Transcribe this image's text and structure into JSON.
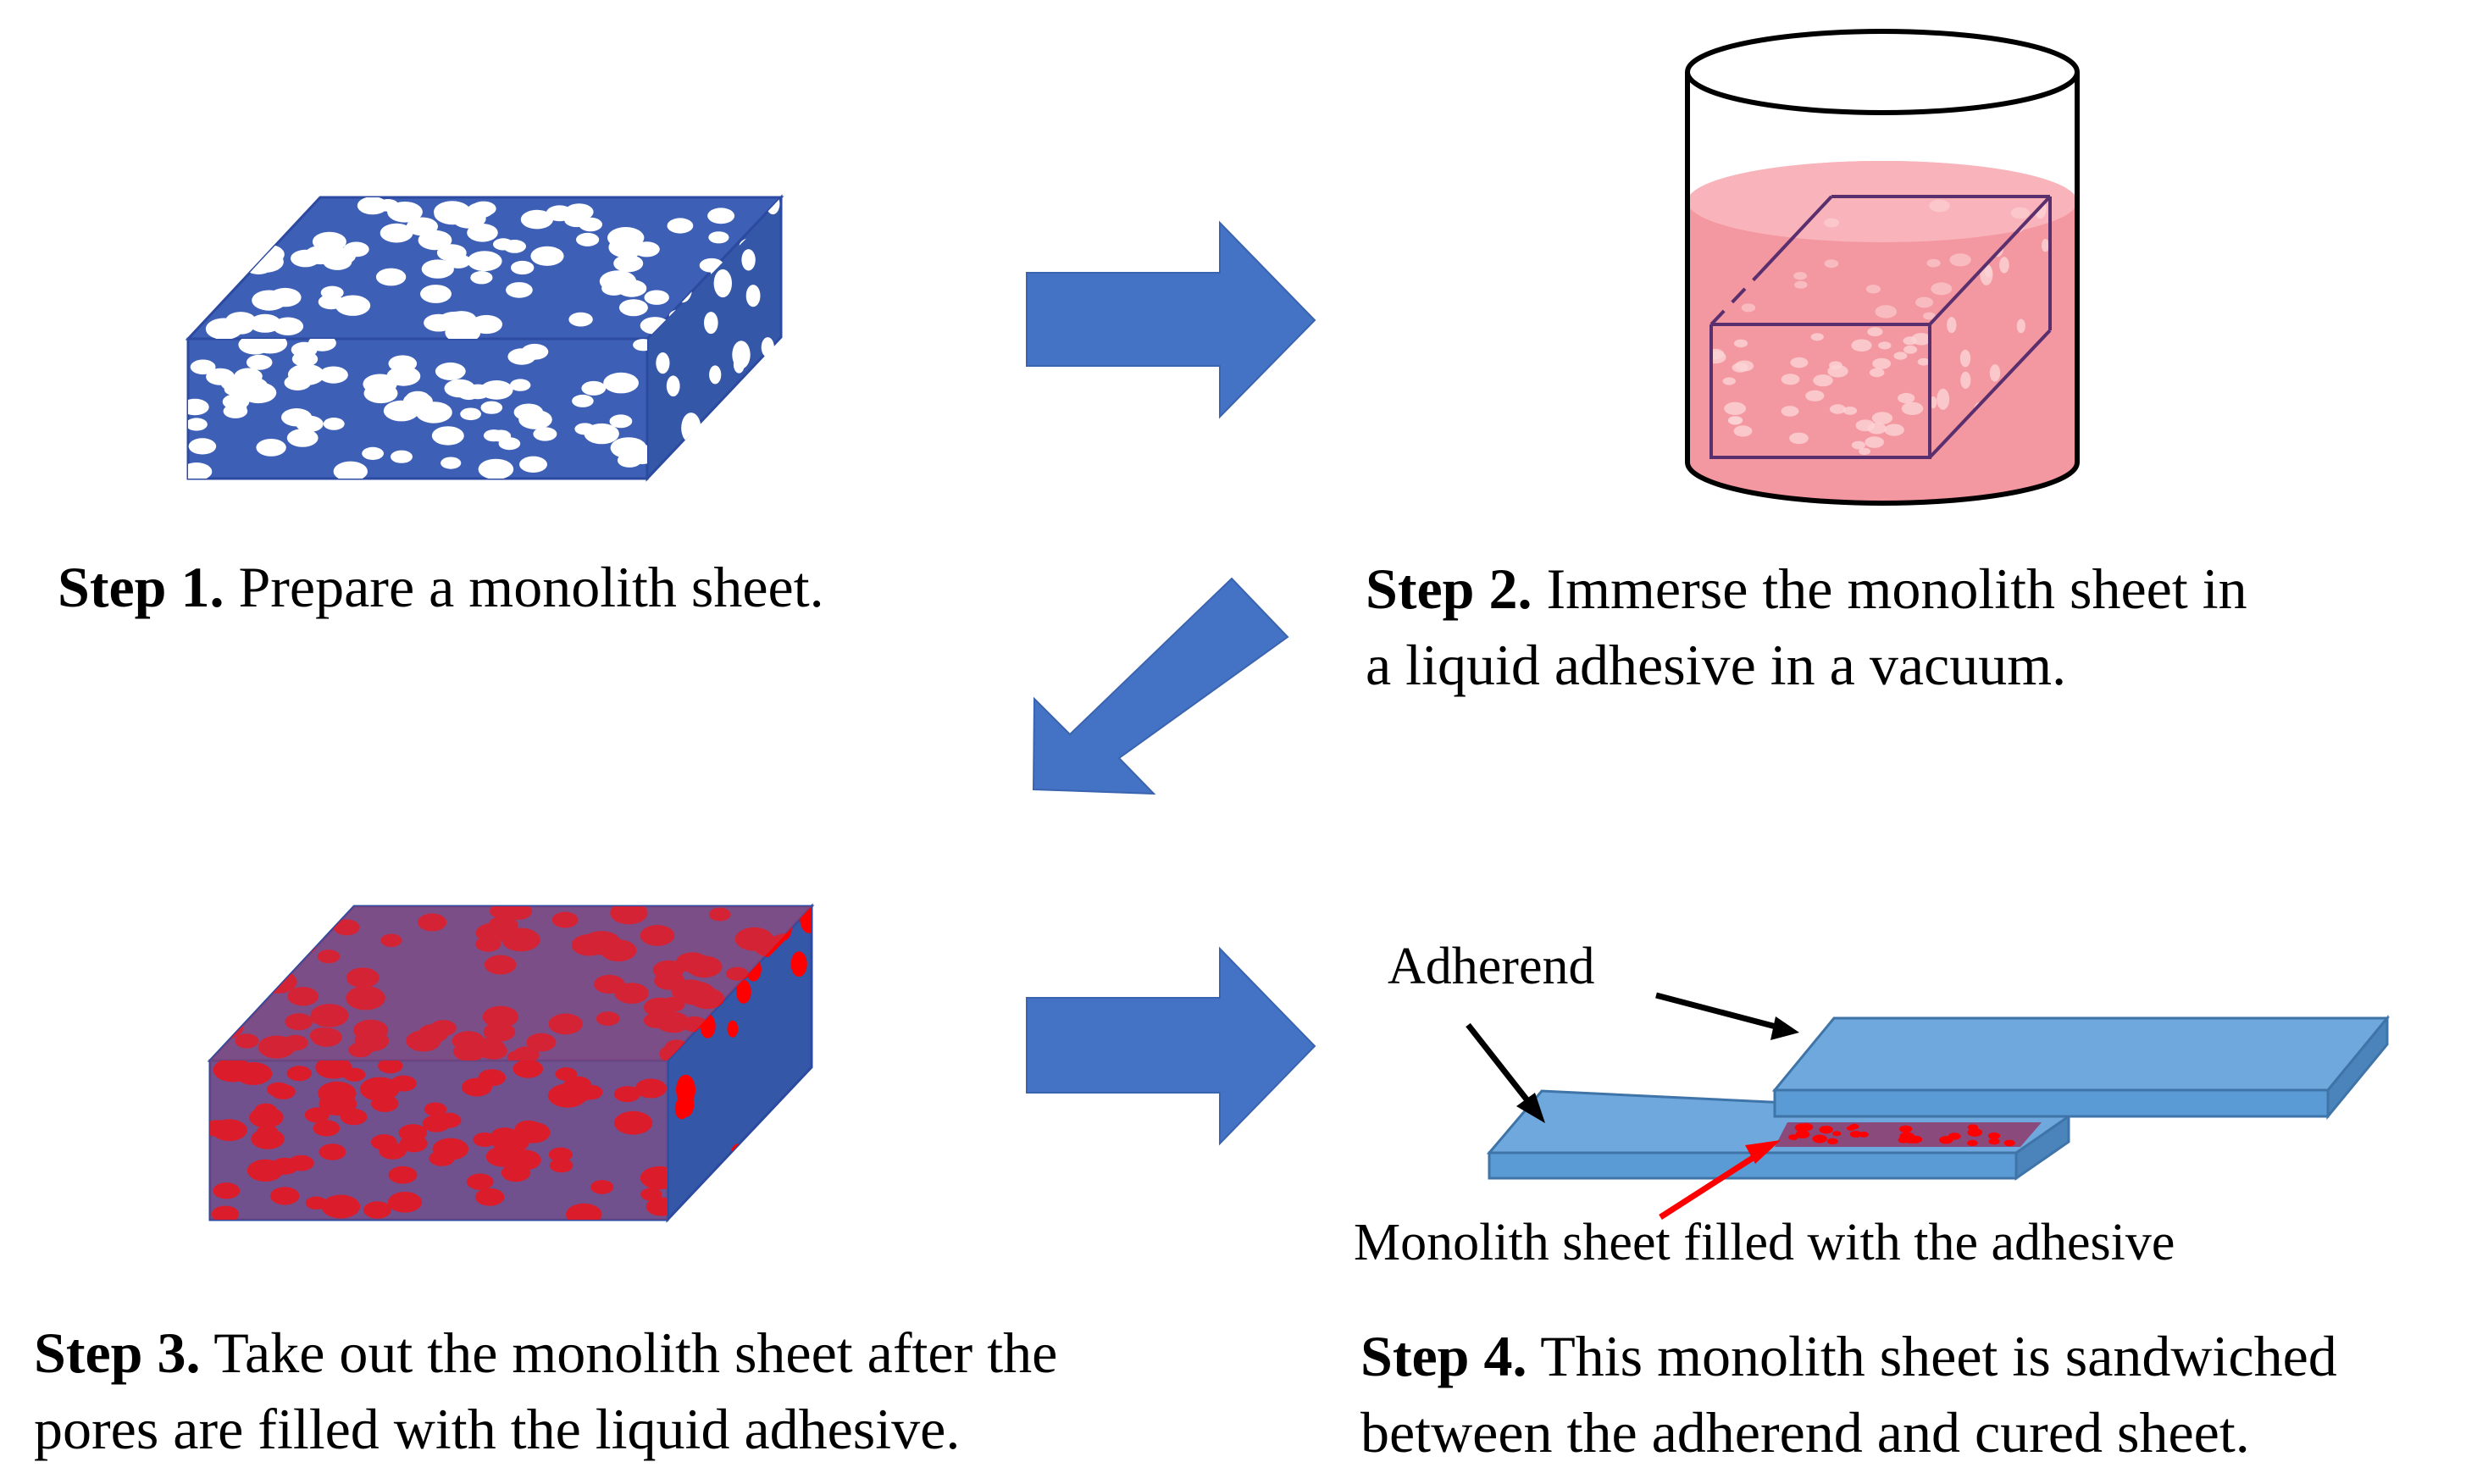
{
  "steps": [
    {
      "title": "Step 1.",
      "lines": [
        "Prepare a monolith sheet."
      ]
    },
    {
      "title": "Step 2.",
      "lines": [
        "Immerse the monolith sheet in",
        "a liquid adhesive in a vacuum."
      ]
    },
    {
      "title": "Step 3.",
      "lines": [
        "Take out the monolith sheet after the",
        "pores are filled with the liquid adhesive."
      ]
    },
    {
      "title": "Step 4.",
      "lines": [
        "This monolith sheet is sandwiched",
        "between the adherend and cured sheet."
      ]
    }
  ],
  "labels": {
    "adherend": "Adherend",
    "monolith_filled": "Monolith sheet filled with the adhesive"
  },
  "colors": {
    "block_blue": "#3d5fb5",
    "block_stroke": "#2b4aa0",
    "arrow_blue": "#4472c4",
    "adhesive_pink": "#f28c96",
    "pore_red": "#ff0000",
    "filled_overlay": "#b04060",
    "adherend_blue": "#6fa8dc",
    "pointer_red": "#ff0000"
  }
}
